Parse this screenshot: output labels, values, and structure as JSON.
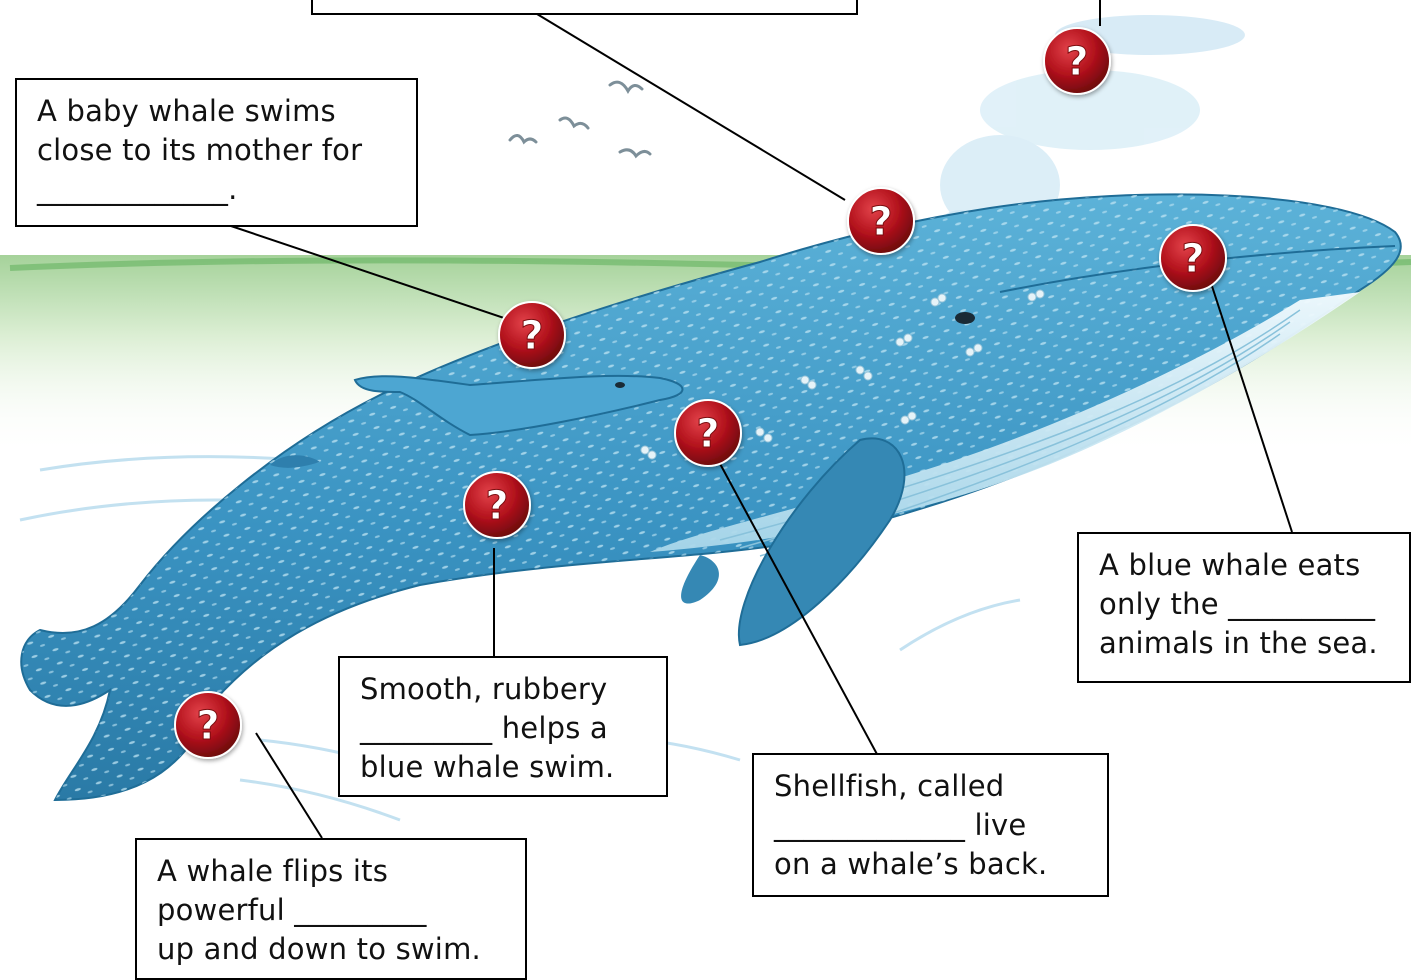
{
  "colors": {
    "ocean_blue": "#3a97c8",
    "whale_blue": "#3f9cc6",
    "whale_dark": "#2a7aa6",
    "belly_light": "#d7eef6",
    "water_green": "#a9d39a",
    "button_red": "#b3121c",
    "label_border": "#000000"
  },
  "icon": "question-mark-icon",
  "labels": [
    {
      "id": "spout",
      "lines": []
    },
    {
      "id": "baby",
      "lines": [
        "A baby whale swims",
        "close to its mother for",
        "_____________."
      ]
    },
    {
      "id": "food",
      "lines": [
        "A blue whale eats",
        "only the __________",
        "animals in the sea."
      ]
    },
    {
      "id": "skin",
      "lines": [
        "Smooth, rubbery",
        "_________ helps a",
        "blue whale swim."
      ]
    },
    {
      "id": "barnacles",
      "lines": [
        "Shellfish, called",
        "_____________ live",
        "on a whale’s back."
      ]
    },
    {
      "id": "tail",
      "lines": [
        "A whale flips its",
        "powerful _________",
        "up and down to swim."
      ]
    }
  ],
  "hotspots": [
    {
      "id": "blowhole-hotspot",
      "glyph": "?"
    },
    {
      "id": "spout-hotspot",
      "glyph": "?"
    },
    {
      "id": "baby-hotspot",
      "glyph": "?"
    },
    {
      "id": "mouth-hotspot",
      "glyph": "?"
    },
    {
      "id": "barnacles-hotspot",
      "glyph": "?"
    },
    {
      "id": "skin-hotspot",
      "glyph": "?"
    },
    {
      "id": "tail-hotspot",
      "glyph": "?"
    }
  ]
}
